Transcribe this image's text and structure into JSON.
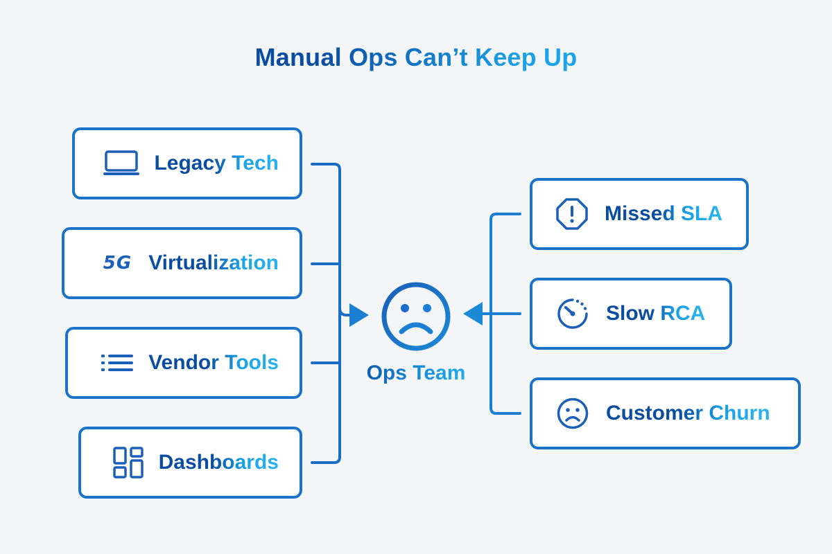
{
  "title": "Manual Ops Can’t Keep Up",
  "center": {
    "label": "Ops Team",
    "icon": "sad-face-icon"
  },
  "inputs": [
    {
      "label": "Legacy Tech",
      "icon": "laptop-icon"
    },
    {
      "label": "Virtualization",
      "icon": "5g-icon",
      "icon_text": "5G"
    },
    {
      "label": "Vendor Tools",
      "icon": "list-icon"
    },
    {
      "label": "Dashboards",
      "icon": "dashboard-icon"
    }
  ],
  "outcomes": [
    {
      "label": "Missed SLA",
      "icon": "alert-octagon-icon"
    },
    {
      "label": "Slow RCA",
      "icon": "timer-icon"
    },
    {
      "label": "Customer Churn",
      "icon": "sad-face-icon"
    }
  ],
  "colors": {
    "dark_blue": "#0a4da0",
    "mid_blue": "#1a73c8",
    "light_blue": "#2bb3ef",
    "background": "#f4f5f7"
  }
}
